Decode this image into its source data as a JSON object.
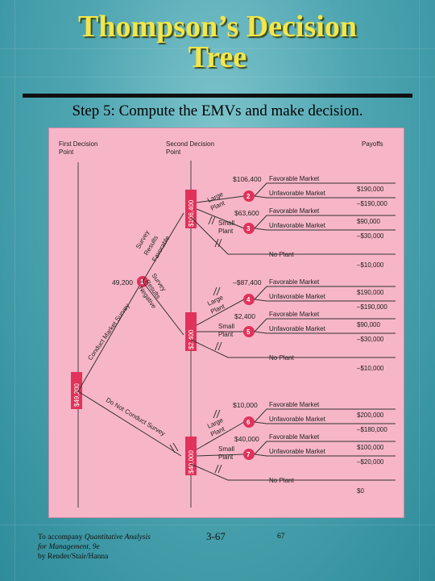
{
  "slide": {
    "title_line1": "Thompson’s Decision",
    "title_line2": "Tree",
    "subtitle": "Step 5: Compute the EMVs and make decision."
  },
  "footer": {
    "credit_line1_plain": "To accompany ",
    "credit_line1_italic": "Quantitative Analysis",
    "credit_line2_italic": "for Management, 9e",
    "credit_line3": "by Render/Stair/Hanna",
    "page_label": "3-67",
    "slide_number": "67"
  },
  "diagram": {
    "headers": {
      "first_line1": "First Decision",
      "first_line2": "Point",
      "second_line1": "Second Decision",
      "second_line2": "Point",
      "payoffs": "Payoffs"
    },
    "root_emv": "$49,200",
    "node1_emv": "49,200",
    "branch_labels": {
      "conduct": "Conduct Market Survey",
      "no_conduct": "Do Not Conduct Survey",
      "favorable_1": "Survey",
      "favorable_2": "Results",
      "favorable_3": "Favorable",
      "negative_1": "Survey",
      "negative_2": "Results",
      "negative_3": "Negative"
    },
    "subtrees": [
      {
        "decision_emv": "$106,400",
        "large_ev": "$106,400",
        "large_node": "2",
        "small_ev": "$63,600",
        "small_node": "3",
        "outcomes": [
          {
            "label": "Favorable Market",
            "payoff": "$190,000"
          },
          {
            "label": "Unfavorable Market",
            "payoff": "–$190,000"
          },
          {
            "label": "Favorable Market",
            "payoff": "$90,000"
          },
          {
            "label": "Unfavorable Market",
            "payoff": "–$30,000"
          },
          {
            "label": "No Plant",
            "payoff": "–$10,000"
          }
        ]
      },
      {
        "decision_emv": "$2,400",
        "large_ev": "–$87,400",
        "large_node": "4",
        "small_ev": "$2,400",
        "small_node": "5",
        "outcomes": [
          {
            "label": "Favorable Market",
            "payoff": "$190,000"
          },
          {
            "label": "Unfavorable Market",
            "payoff": "–$190,000"
          },
          {
            "label": "Favorable Market",
            "payoff": "$90,000"
          },
          {
            "label": "Unfavorable Market",
            "payoff": "–$30,000"
          },
          {
            "label": "No Plant",
            "payoff": "–$10,000"
          }
        ]
      },
      {
        "decision_emv": "$40,000",
        "large_ev": "$10,000",
        "large_node": "6",
        "small_ev": "$40,000",
        "small_node": "7",
        "outcomes": [
          {
            "label": "Favorable Market",
            "payoff": "$200,000"
          },
          {
            "label": "Unfavorable Market",
            "payoff": "–$180,000"
          },
          {
            "label": "Favorable Market",
            "payoff": "$100,000"
          },
          {
            "label": "Unfavorable Market",
            "payoff": "–$20,000"
          },
          {
            "label": "No Plant",
            "payoff": "$0"
          }
        ]
      }
    ],
    "plant_labels": {
      "large_1": "Large",
      "large_2": "Plant",
      "small_1": "Small",
      "small_2": "Plant"
    },
    "colors": {
      "node_fill": "#e0325a",
      "emv_box": "#e0325a",
      "frame_bg": "#f7b6c8"
    }
  }
}
